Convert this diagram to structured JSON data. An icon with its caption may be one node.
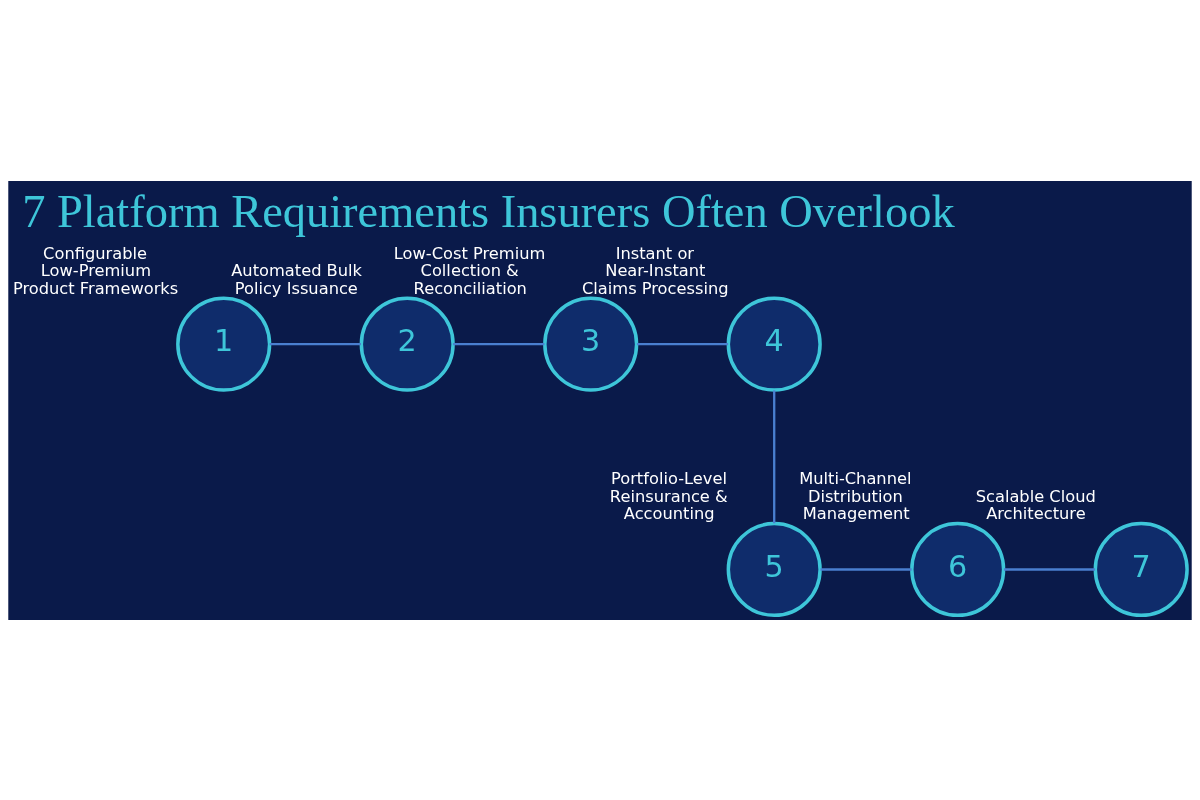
{
  "diagram": {
    "title": "7 Platform Requirements Insurers Often Overlook",
    "nodes": [
      {
        "text": [
          "1"
        ],
        "beside": [
          "Configurable Low-Premium Product Frameworks"
        ]
      },
      {
        "text": [
          "2"
        ],
        "beside": [
          "Automated Bulk Policy Issuance"
        ]
      },
      {
        "text": [
          "3"
        ],
        "beside": [
          "Low-Cost Premium Collection & Reconciliation"
        ]
      },
      {
        "text": [
          "4"
        ],
        "beside": [
          "Instant or Near-Instant Claims Processing"
        ]
      },
      {
        "text": [
          "5"
        ],
        "beside": [
          "Portfolio-Level Reinsurance & Accounting"
        ]
      },
      {
        "text": [
          "6"
        ],
        "beside": [
          "Multi-Channel Distribution Management"
        ]
      },
      {
        "text": [
          "7"
        ],
        "beside": [
          "Scalable Cloud Architecture"
        ]
      }
    ],
    "edges": [
      {
        "from": 0,
        "to": 1,
        "arrow": "none"
      },
      {
        "from": 1,
        "to": 2,
        "arrow": "none"
      },
      {
        "from": 2,
        "to": 3,
        "arrow": "none"
      },
      {
        "from": 3,
        "to": 4,
        "arrow": "none"
      },
      {
        "from": 4,
        "to": 5,
        "arrow": "none"
      },
      {
        "from": 5,
        "to": 6,
        "arrow": "none"
      }
    ]
  }
}
